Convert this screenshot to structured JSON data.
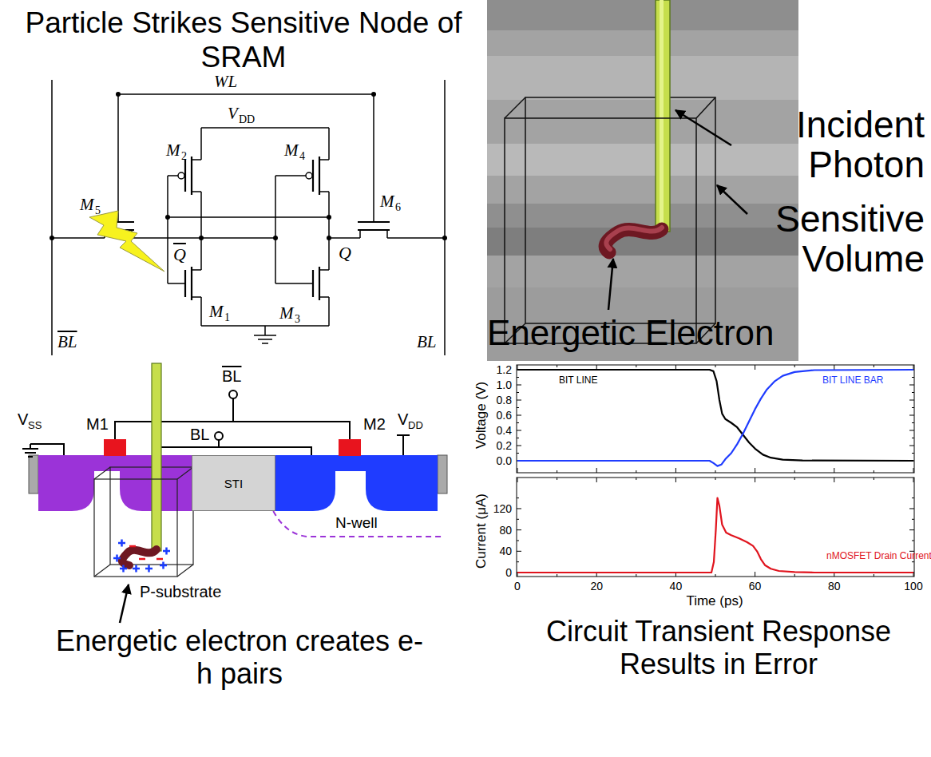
{
  "diagram": {
    "nodes": [
      {
        "text": [
          "STI"
        ]
      }
    ],
    "labels": [
      "Particle Strikes Sensitive Node of SRAM",
      "WL",
      "V",
      "DD",
      "M",
      "2",
      "M",
      "4",
      "M",
      "5",
      "M",
      "6",
      "Q",
      "Q",
      "M",
      "1",
      "M",
      "3",
      "BL",
      "BL",
      "Incident Photon",
      "Sensitive Volume",
      "Energetic Electron",
      "M1",
      "BL",
      "BL",
      "M2",
      "V",
      "SS",
      "V",
      "DD",
      "N-well",
      "P-substrate",
      "Energetic electron creates e-h pairs",
      "1.2",
      "1.0",
      "0.8",
      "0.6",
      "0.4",
      "0.2",
      "0.0",
      "Voltage (V)",
      "BIT LINE",
      "BIT LINE BAR",
      "120",
      "80",
      "40",
      "0",
      "Current (μA)",
      "nMOSFET Drain Current",
      "0",
      "20",
      "40",
      "60",
      "80",
      "100",
      "Time (ps)",
      "Circuit Transient Response Results in Error"
    ]
  }
}
